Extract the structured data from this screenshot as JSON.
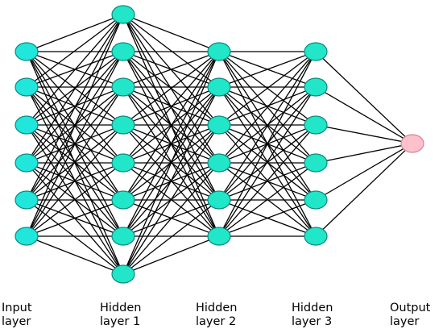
{
  "diagram": {
    "labels": {
      "input": "Input\nlayer",
      "hidden1": "Hidden\nlayer 1",
      "hidden2": "Hidden\nlayer 2",
      "hidden3": "Hidden\nlayer 3",
      "output": "Output\nlayer"
    },
    "layers": [
      {
        "id": "input",
        "neurons": 6,
        "color": "#21e6dc"
      },
      {
        "id": "hidden1",
        "neurons": 8,
        "color": "#21e6c8"
      },
      {
        "id": "hidden2",
        "neurons": 6,
        "color": "#21e6c8"
      },
      {
        "id": "hidden3",
        "neurons": 6,
        "color": "#21e6c8"
      },
      {
        "id": "output",
        "neurons": 1,
        "color": "#ffc0cb"
      }
    ],
    "connections": "fully-connected",
    "edge_color": "#000000",
    "neuron_outline_color": "#0a8a80"
  }
}
